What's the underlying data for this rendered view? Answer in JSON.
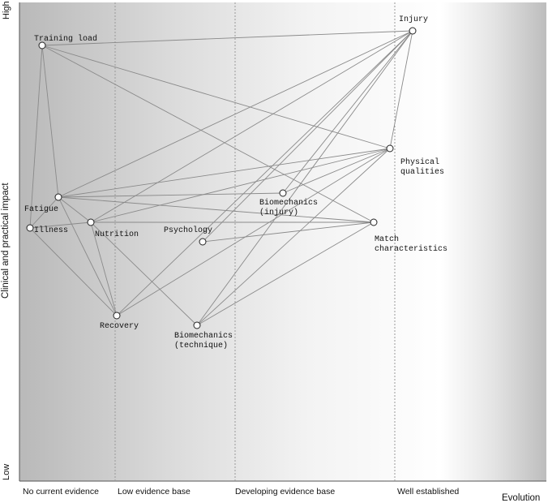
{
  "y_axis": {
    "label": "Clinical and practical impact",
    "high": "High",
    "low": "Low"
  },
  "x_axis": {
    "label": "Evolution",
    "zones": [
      "No current evidence",
      "Low evidence base",
      "Developing evidence base",
      "Well established"
    ]
  },
  "nodes": [
    {
      "id": "training_load",
      "lines": [
        "Training load"
      ]
    },
    {
      "id": "injury",
      "lines": [
        "Injury"
      ]
    },
    {
      "id": "physical_qualities",
      "lines": [
        "Physical",
        "qualities"
      ]
    },
    {
      "id": "fatigue",
      "lines": [
        "Fatigue"
      ]
    },
    {
      "id": "illness",
      "lines": [
        "Illness"
      ]
    },
    {
      "id": "nutrition",
      "lines": [
        "Nutrition"
      ]
    },
    {
      "id": "biomech_injury",
      "lines": [
        "Biomechanics",
        "(injury)"
      ]
    },
    {
      "id": "psychology",
      "lines": [
        "Psychology"
      ]
    },
    {
      "id": "match_char",
      "lines": [
        "Match",
        "characteristics"
      ]
    },
    {
      "id": "recovery",
      "lines": [
        "Recovery"
      ]
    },
    {
      "id": "biomech_technique",
      "lines": [
        "Biomechanics",
        "(technique)"
      ]
    }
  ],
  "edges": [
    [
      "training_load",
      "injury"
    ],
    [
      "training_load",
      "physical_qualities"
    ],
    [
      "training_load",
      "match_char"
    ],
    [
      "training_load",
      "fatigue"
    ],
    [
      "training_load",
      "illness"
    ],
    [
      "injury",
      "fatigue"
    ],
    [
      "injury",
      "nutrition"
    ],
    [
      "injury",
      "biomech_injury"
    ],
    [
      "injury",
      "psychology"
    ],
    [
      "injury",
      "recovery"
    ],
    [
      "injury",
      "physical_qualities"
    ],
    [
      "injury",
      "biomech_technique"
    ],
    [
      "physical_qualities",
      "fatigue"
    ],
    [
      "physical_qualities",
      "nutrition"
    ],
    [
      "physical_qualities",
      "biomech_injury"
    ],
    [
      "physical_qualities",
      "recovery"
    ],
    [
      "physical_qualities",
      "biomech_technique"
    ],
    [
      "fatigue",
      "biomech_injury"
    ],
    [
      "fatigue",
      "match_char"
    ],
    [
      "fatigue",
      "illness"
    ],
    [
      "fatigue",
      "recovery"
    ],
    [
      "fatigue",
      "nutrition"
    ],
    [
      "illness",
      "nutrition"
    ],
    [
      "illness",
      "recovery"
    ],
    [
      "nutrition",
      "recovery"
    ],
    [
      "nutrition",
      "biomech_technique"
    ],
    [
      "nutrition",
      "match_char"
    ],
    [
      "psychology",
      "match_char"
    ],
    [
      "biomech_technique",
      "match_char"
    ]
  ]
}
